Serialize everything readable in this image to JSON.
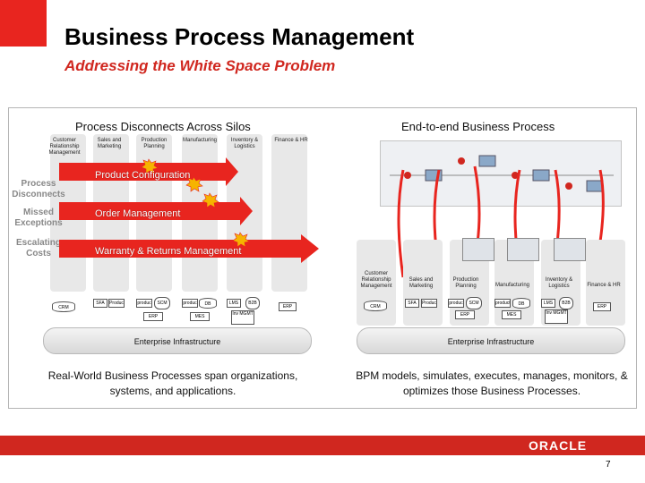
{
  "slide": {
    "title": "Business Process Management",
    "subtitle": "Addressing the White Space Problem",
    "page_number": "7",
    "logo_text": "ORACLE"
  },
  "left_panel": {
    "title": "Process Disconnects Across Silos",
    "silos": [
      "Customer Relationship Management",
      "Sales and Marketing",
      "Production Planning",
      "Manufacturing",
      "Inventory & Logistics",
      "Finance & HR"
    ],
    "issues": [
      "Process Disconnects",
      "Missed Exceptions",
      "Escalating Costs"
    ],
    "processes": [
      "Product Configuration",
      "Order Management",
      "Warranty & Returns Management"
    ],
    "systems": [
      "CRM",
      "SFA",
      "Produc",
      "produc",
      "SCM",
      "ERP",
      "produc",
      "DB",
      "MES",
      "LMS",
      "B2B",
      "Inv MGMT",
      "ERP"
    ],
    "infrastructure": "Enterprise Infrastructure",
    "caption": "Real-World Business Processes span organizations, systems, and applications."
  },
  "right_panel": {
    "title": "End-to-end Business Process",
    "silos": [
      "Customer Relationship Management",
      "Sales and Marketing",
      "Production Planning",
      "Manufacturing",
      "Inventory & Logistics",
      "Finance & HR"
    ],
    "systems": [
      "CRM",
      "SFA",
      "Produc",
      "produc",
      "SCM",
      "ERP",
      "product",
      "DB",
      "MES",
      "LMS",
      "B2B",
      "Inv MGMT",
      "ERP"
    ],
    "infrastructure": "Enterprise Infrastructure",
    "caption": "BPM models, simulates, executes, manages, monitors, & optimizes those Business Processes."
  },
  "colors": {
    "accent_red": "#d0271f",
    "arrow_red": "#e8251f",
    "silo_gray": "#e8e8e8"
  }
}
